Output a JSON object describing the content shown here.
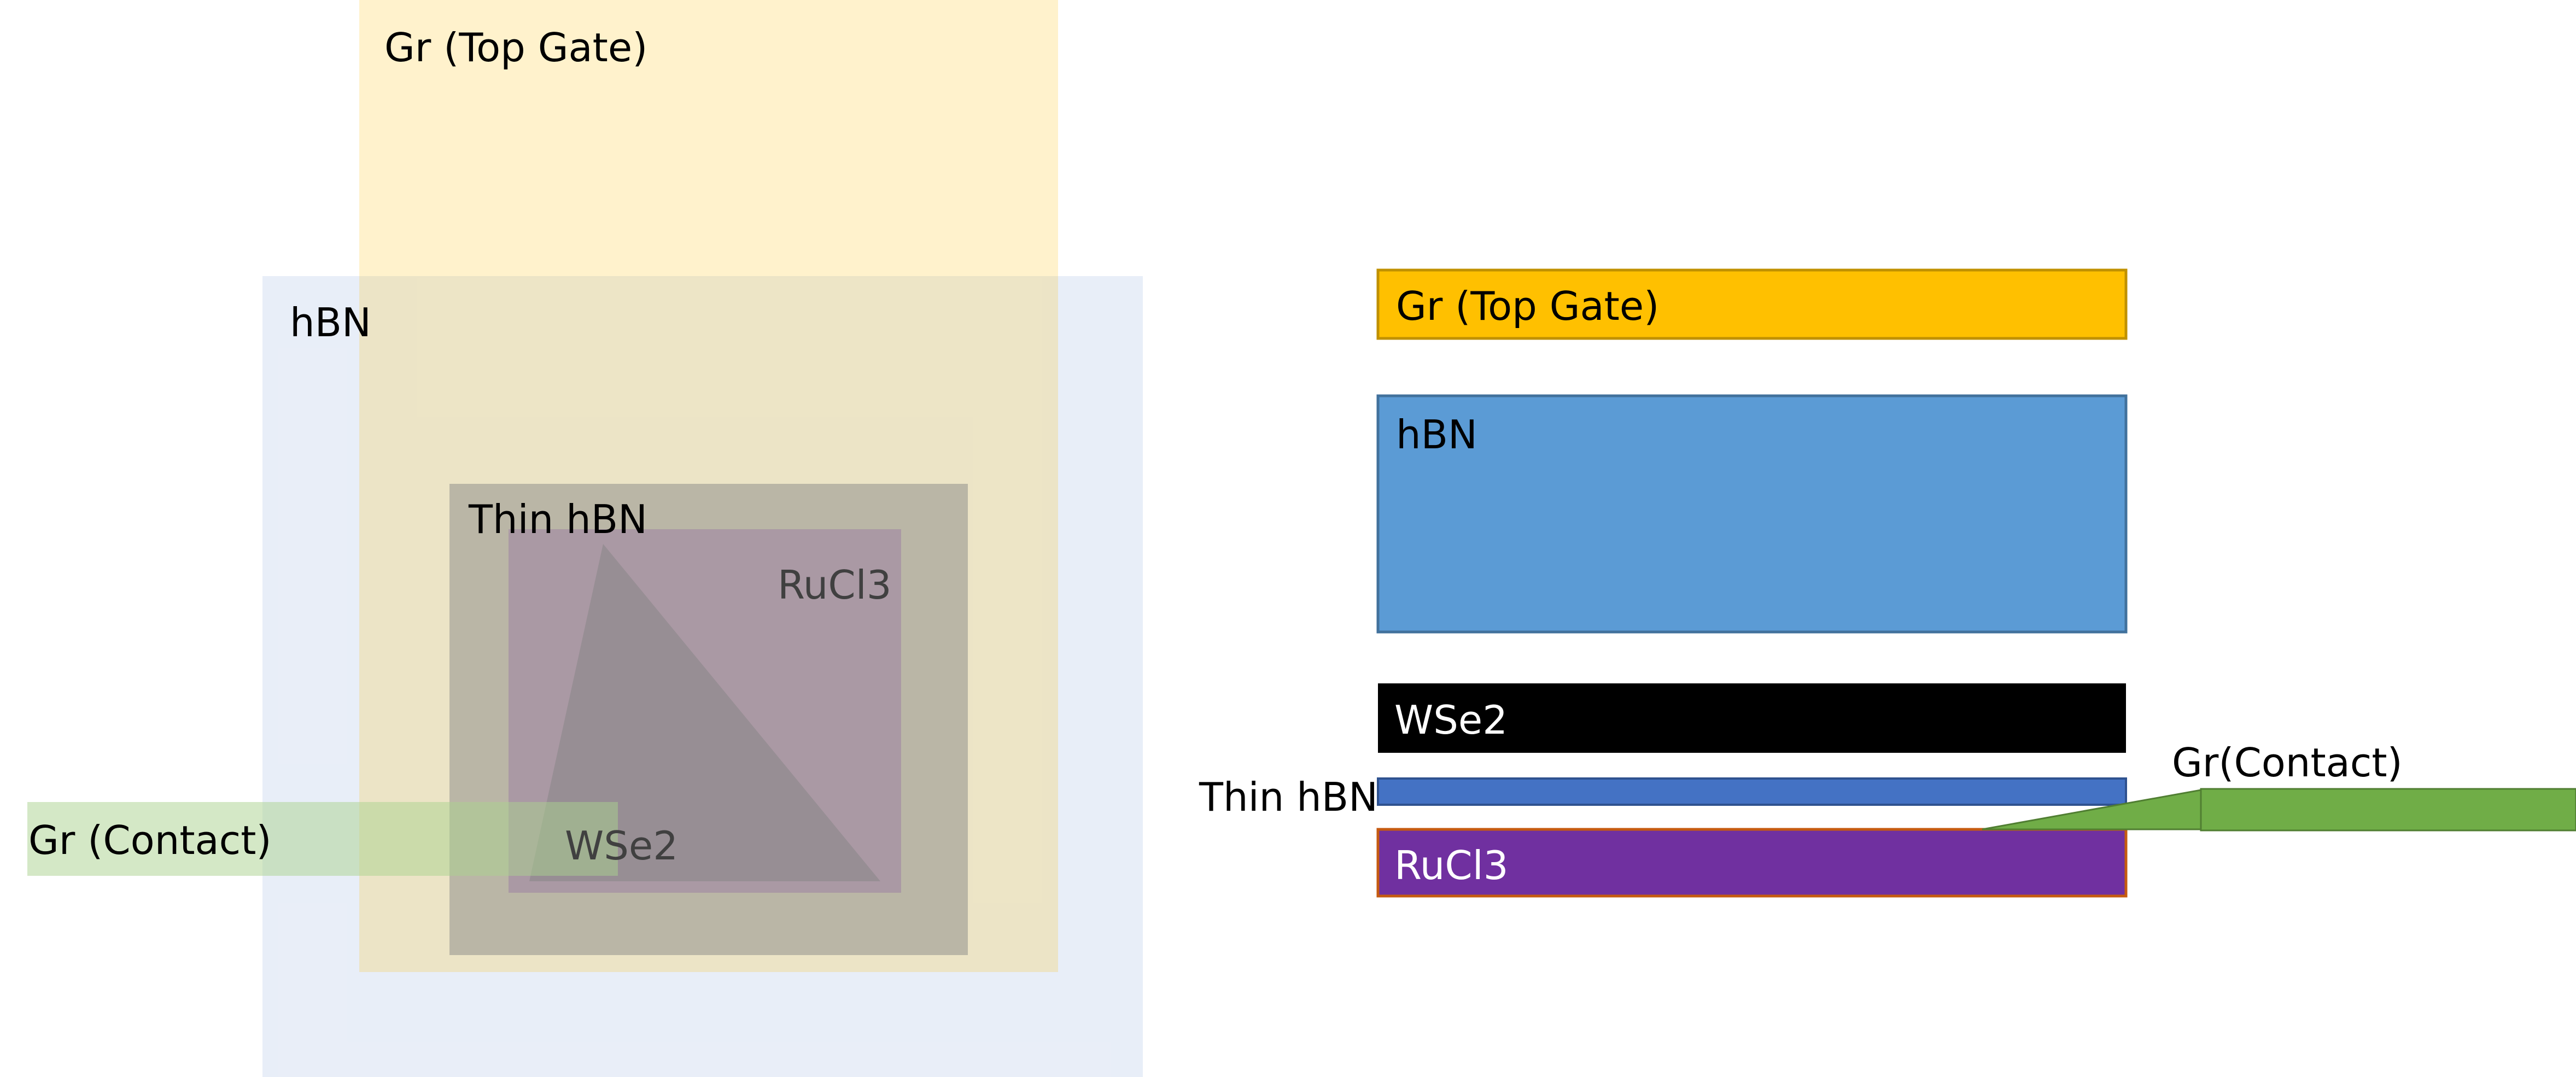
{
  "top_view": {
    "top_gate": {
      "label": "Gr (Top Gate)",
      "color": "#FFC000",
      "opacity": 0.2
    },
    "hbn": {
      "label": "hBN",
      "color": "#B4C7E7",
      "opacity": 0.3
    },
    "thin_hbn": {
      "label": "Thin hBN",
      "color": "#7F7F7F",
      "opacity": 0.45
    },
    "rucl3": {
      "label": "RuCl3",
      "color": "#7030A0",
      "opacity": 0.22
    },
    "wse2": {
      "label": "WSe2",
      "color": "#808080",
      "opacity": 0.45
    },
    "contact": {
      "label": "Gr (Contact)",
      "color": "#A9D18E",
      "opacity": 0.5
    }
  },
  "side_view": {
    "top_gate": {
      "label": "Gr (Top Gate)",
      "color": "#FFC000",
      "border": "#C09100"
    },
    "hbn": {
      "label": "hBN",
      "color": "#5B9BD5",
      "border": "#41719C"
    },
    "wse2": {
      "label": "WSe2",
      "color": "#000000"
    },
    "thin_hbn": {
      "label": "Thin hBN",
      "color": "#4472C4",
      "border": "#2F528F"
    },
    "rucl3": {
      "label": "RuCl3",
      "color": "#7030A0",
      "border": "#C55A11"
    },
    "contact": {
      "label": "Gr(Contact)",
      "color": "#70AD47",
      "border": "#507E32"
    }
  }
}
